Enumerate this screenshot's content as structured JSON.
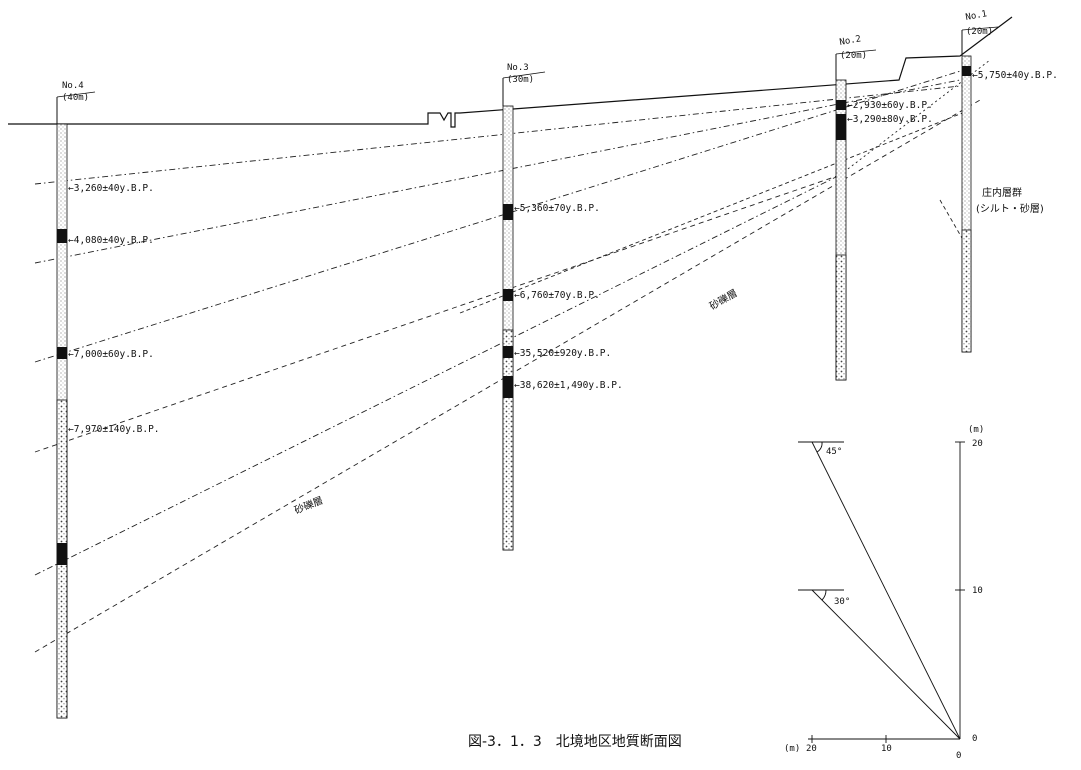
{
  "boreholes": [
    {
      "id": "no4",
      "name": "No.4",
      "depth": "(40m)"
    },
    {
      "id": "no3",
      "name": "No.3",
      "depth": "(30m)"
    },
    {
      "id": "no2",
      "name": "No.2",
      "depth": "(20m)"
    },
    {
      "id": "no1",
      "name": "No.1",
      "depth": "(20m)"
    }
  ],
  "dates": {
    "no4": [
      "3,260±40y.B.P.",
      "4,080±40y.B.P.",
      "7,000±60y.B.P.",
      "7,970±140y.B.P."
    ],
    "no3": [
      "5,360±70y.B.P.",
      "6,760±70y.B.P.",
      "35,520±920y.B.P.",
      "38,620±1,490y.B.P."
    ],
    "no2": [
      "2,930±60y.B.P.",
      "3,290±80y.B.P."
    ],
    "no1": [
      "5,750±40y.B.P."
    ]
  },
  "layers": {
    "shonai": "庄内層群",
    "shonai_sub": "(シルト・砂層)",
    "gravel1": "砂礫層",
    "gravel2": "砂礫層"
  },
  "scale": {
    "unit": "(m)",
    "v_ticks": [
      "20",
      "10",
      "0"
    ],
    "h_ticks": [
      "20",
      "10",
      "0"
    ],
    "angle45": "45°",
    "angle30": "30°"
  },
  "caption": "図-3．1．3　北境地区地質断面図"
}
